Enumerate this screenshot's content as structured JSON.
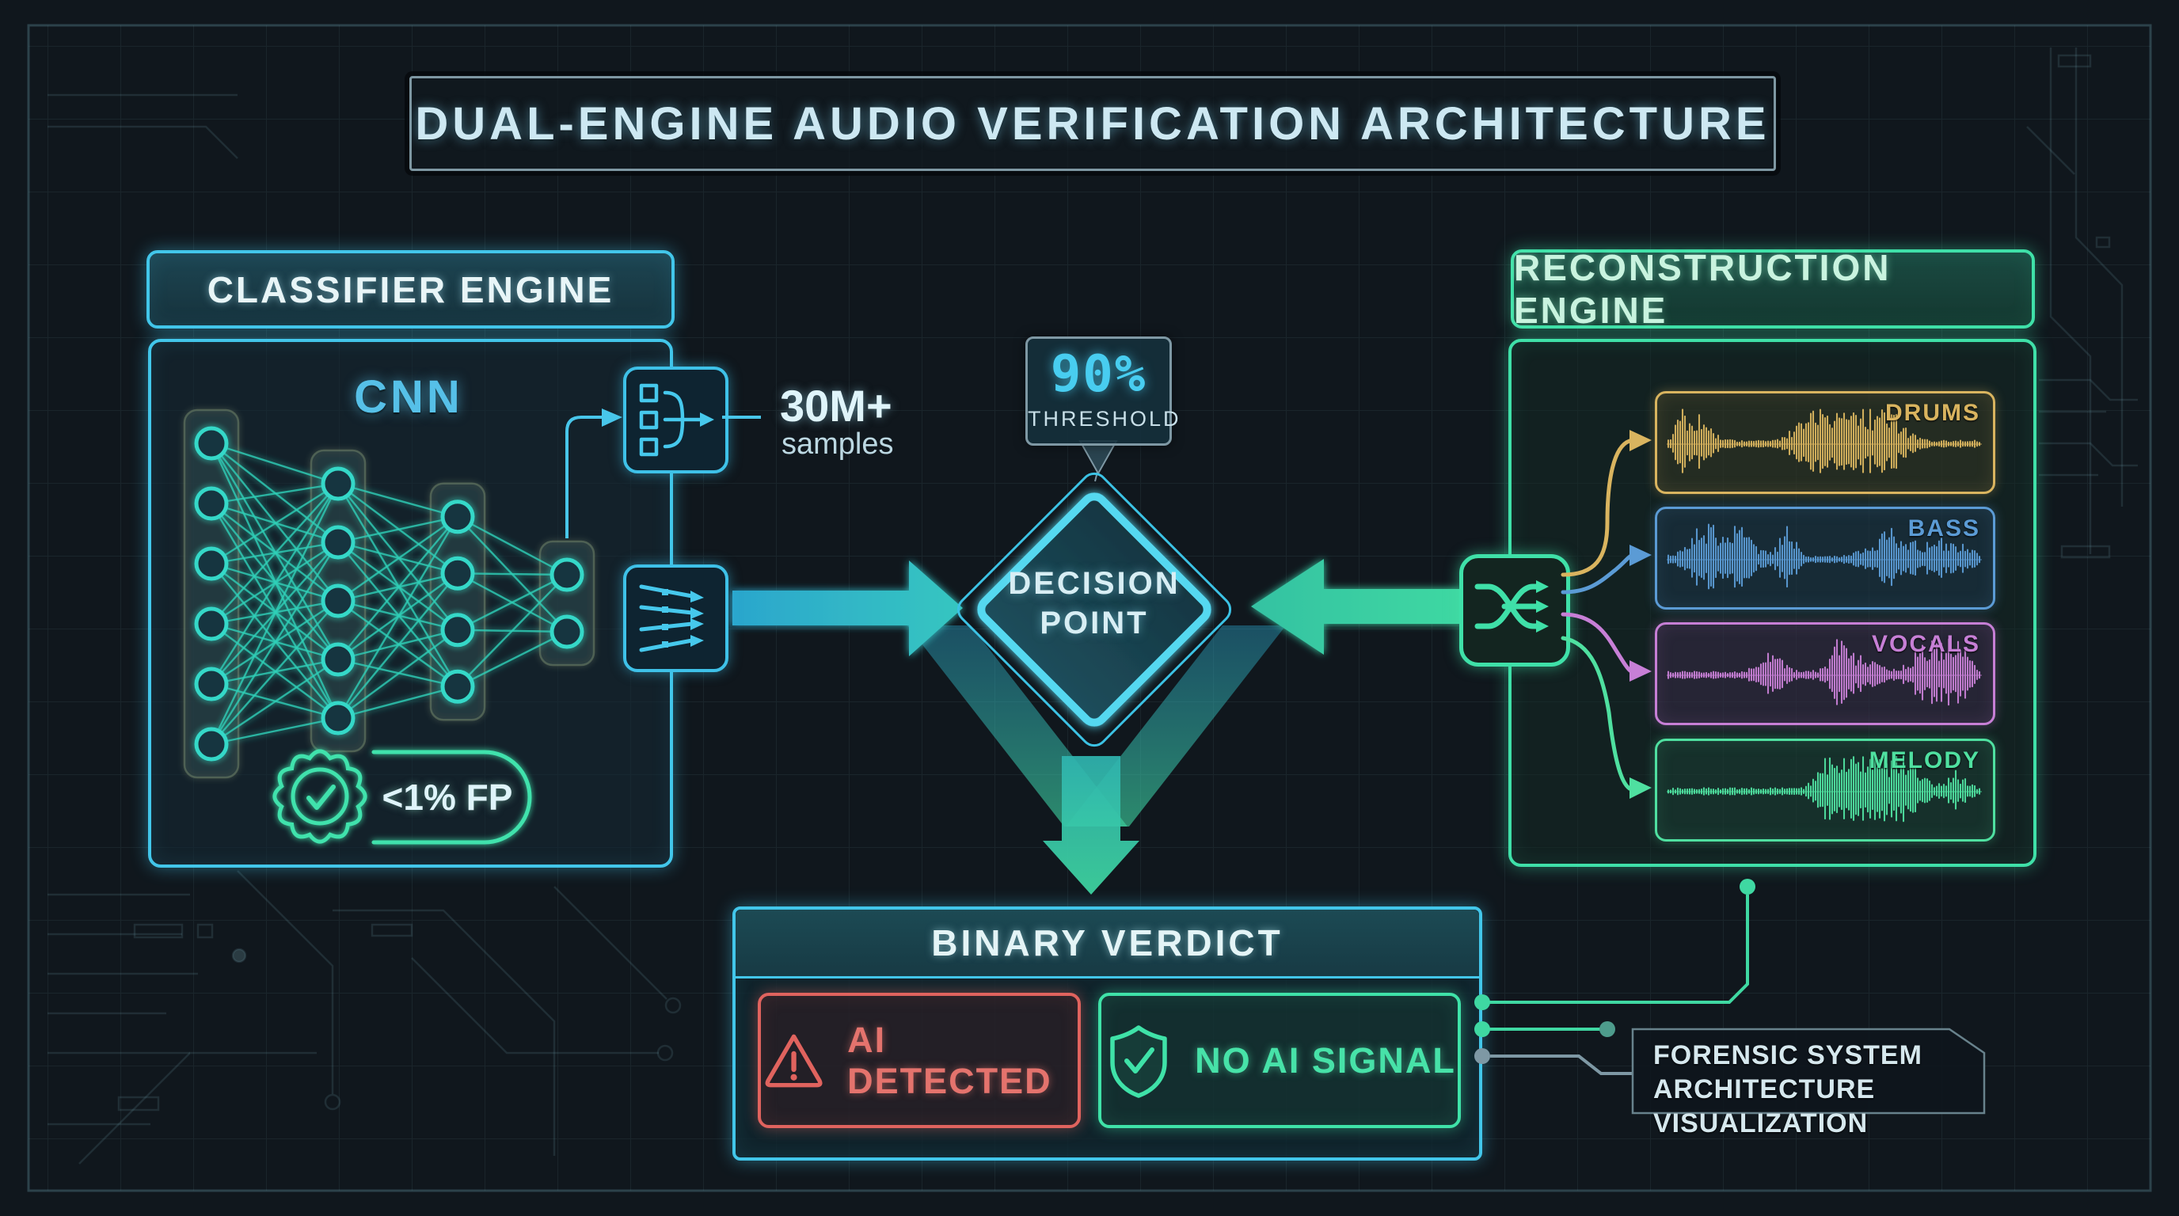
{
  "title": {
    "text": "DUAL-ENGINE AUDIO VERIFICATION ARCHITECTURE"
  },
  "classifier": {
    "header": "CLASSIFIER ENGINE",
    "model": "CNN",
    "network_layers": [
      6,
      5,
      4,
      2
    ],
    "fp_badge": {
      "label": "<1% FP",
      "icon": "rosette-check-icon",
      "color": "#3fe2ac"
    },
    "samples": {
      "value": "30M+",
      "unit": "samples"
    },
    "accent": "#42c6ea"
  },
  "threshold": {
    "value": "90%",
    "label": "THRESHOLD"
  },
  "decision": {
    "line1": "DECISION",
    "line2": "POINT"
  },
  "reconstruction": {
    "header": "RECONSTRUCTION ENGINE",
    "accent": "#3fe0a8",
    "splitter_icon": "shuffle-icon",
    "tracks": [
      {
        "label": "DRUMS",
        "color": "#d9b45f",
        "seed": 7
      },
      {
        "label": "BASS",
        "color": "#5b9bd5",
        "seed": 13
      },
      {
        "label": "VOCALS",
        "color": "#c77fd6",
        "seed": 29
      },
      {
        "label": "MELODY",
        "color": "#4fe0a0",
        "seed": 41
      }
    ]
  },
  "verdict": {
    "header": "BINARY VERDICT",
    "ai_detected": {
      "label": "AI DETECTED",
      "color": "#e4736d",
      "icon": "warning-triangle-icon"
    },
    "no_ai_signal": {
      "label": "NO AI SIGNAL",
      "color": "#47e2a8",
      "icon": "shield-check-icon"
    }
  },
  "caption": {
    "line1": "FORENSIC SYSTEM",
    "line2": "ARCHITECTURE VISUALIZATION"
  }
}
